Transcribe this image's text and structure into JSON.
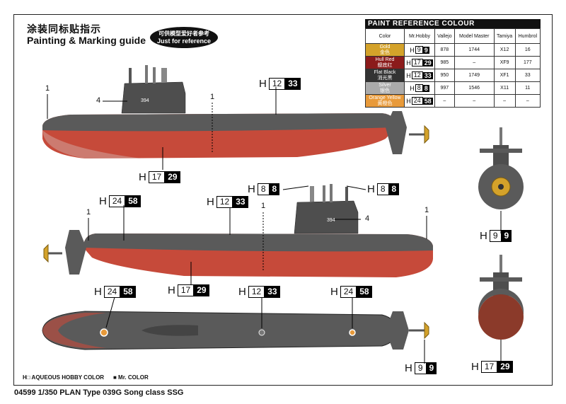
{
  "title_cn": "涂装同标贴指示",
  "title_en": "Painting & Marking guide",
  "badge": {
    "cn": "可供模型爱好者参考",
    "en": "Just for reference"
  },
  "paint_table": {
    "heading": "PAINT REFERENCE COLOUR",
    "columns": [
      "Color",
      "Mr.Hobby",
      "Vallejo",
      "Model Master",
      "Tamiya",
      "Humbrol"
    ],
    "rows": [
      {
        "color_en": "Gold",
        "color_cn": "金色",
        "swatch": "#d4a22a",
        "h_white": "9",
        "h_black": "9",
        "vallejo": "878",
        "model_master": "1744",
        "tamiya": "X12",
        "humbrol": "16"
      },
      {
        "color_en": "Hull Red",
        "color_cn": "舰底红",
        "swatch": "#8b1b1b",
        "h_white": "17",
        "h_black": "29",
        "vallejo": "985",
        "model_master": "–",
        "tamiya": "XF9",
        "humbrol": "177"
      },
      {
        "color_en": "Flat Black",
        "color_cn": "消光黑",
        "swatch": "#333333",
        "h_white": "12",
        "h_black": "33",
        "vallejo": "950",
        "model_master": "1749",
        "tamiya": "XF1",
        "humbrol": "33"
      },
      {
        "color_en": "Silver",
        "color_cn": "银色",
        "swatch": "#aaaaaa",
        "h_white": "8",
        "h_black": "8",
        "vallejo": "997",
        "model_master": "1546",
        "tamiya": "X11",
        "humbrol": "11"
      },
      {
        "color_en": "Orange Yellow",
        "color_cn": "黄橙色",
        "swatch": "#e89a3a",
        "h_white": "24",
        "h_black": "58",
        "vallejo": "–",
        "model_master": "–",
        "tamiya": "–",
        "humbrol": "–"
      }
    ]
  },
  "callouts": {
    "h_prefix": "H",
    "top_sail": {
      "w": "12",
      "b": "33"
    },
    "top_hull": {
      "w": "17",
      "b": "29"
    },
    "mid_prop": {
      "w": "24",
      "b": "58"
    },
    "mid_deck": {
      "w": "12",
      "b": "33"
    },
    "mid_mast_left": {
      "w": "8",
      "b": "8"
    },
    "mid_mast_right": {
      "w": "8",
      "b": "8"
    },
    "bot_left": {
      "w": "24",
      "b": "58"
    },
    "bot_hull": {
      "w": "17",
      "b": "29"
    },
    "bot_mid": {
      "w": "12",
      "b": "33"
    },
    "bot_right": {
      "w": "24",
      "b": "58"
    },
    "front_view": {
      "w": "9",
      "b": "9"
    },
    "rear_view_prop": {
      "w": "9",
      "b": "9"
    },
    "rear_view_hull": {
      "w": "17",
      "b": "29"
    }
  },
  "labels": {
    "one": "1",
    "four": "4",
    "hull_number_a": "394",
    "hull_number_b": "394"
  },
  "legend": {
    "aqueous": "H□ AQUEOUS HOBBY COLOR",
    "mr": "■ Mr. COLOR"
  },
  "footer": "04599 1/350 PLAN Type 039G Song class SSG"
}
